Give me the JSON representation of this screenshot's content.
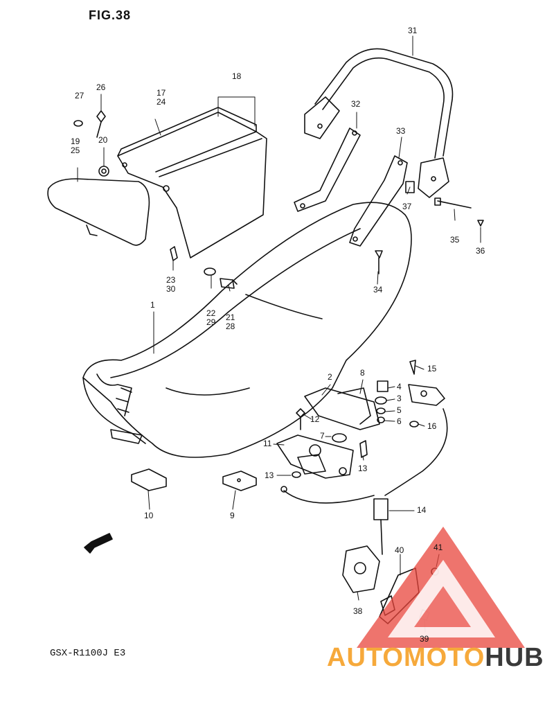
{
  "figure": {
    "title": "FIG.38",
    "model": "GSX-R1100J E3"
  },
  "fwd_badge": {
    "label": "FWD"
  },
  "callouts": [
    {
      "id": "31",
      "text": "31"
    },
    {
      "id": "18",
      "text": "18"
    },
    {
      "id": "27",
      "text": "27"
    },
    {
      "id": "26",
      "text": "26"
    },
    {
      "id": "17",
      "text": "17\n24"
    },
    {
      "id": "32",
      "text": "32"
    },
    {
      "id": "33",
      "text": "33"
    },
    {
      "id": "19",
      "text": "19\n25"
    },
    {
      "id": "20",
      "text": "20"
    },
    {
      "id": "37",
      "text": "37"
    },
    {
      "id": "35",
      "text": "35"
    },
    {
      "id": "36",
      "text": "36"
    },
    {
      "id": "23",
      "text": "23\n30"
    },
    {
      "id": "22",
      "text": "22\n29"
    },
    {
      "id": "21",
      "text": "21\n28"
    },
    {
      "id": "34",
      "text": "34"
    },
    {
      "id": "1",
      "text": "1"
    },
    {
      "id": "15",
      "text": "15"
    },
    {
      "id": "2",
      "text": "2"
    },
    {
      "id": "8",
      "text": "8"
    },
    {
      "id": "4",
      "text": "4"
    },
    {
      "id": "3",
      "text": "3"
    },
    {
      "id": "5",
      "text": "5"
    },
    {
      "id": "6",
      "text": "6"
    },
    {
      "id": "16",
      "text": "16"
    },
    {
      "id": "12",
      "text": "12"
    },
    {
      "id": "7",
      "text": "7"
    },
    {
      "id": "11",
      "text": "11"
    },
    {
      "id": "13a",
      "text": "13"
    },
    {
      "id": "13b",
      "text": "13"
    },
    {
      "id": "14",
      "text": "14"
    },
    {
      "id": "10",
      "text": "10"
    },
    {
      "id": "9",
      "text": "9"
    },
    {
      "id": "40",
      "text": "40"
    },
    {
      "id": "41",
      "text": "41"
    },
    {
      "id": "38",
      "text": "38"
    },
    {
      "id": "39",
      "text": "39"
    }
  ],
  "watermark": {
    "part1": "AUTOMOTO",
    "part2": "HUB",
    "color_main": "#e8453c",
    "color_accent": "#f6a93b",
    "color_dark": "#3a3a3a"
  },
  "colors": {
    "ink": "#111111",
    "background": "#ffffff"
  }
}
